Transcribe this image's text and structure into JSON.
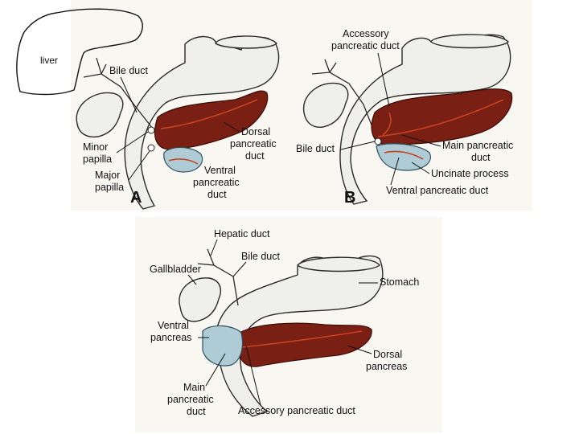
{
  "liver_label": "liver",
  "panel_a": {
    "letter": "A",
    "bile_duct": "Bile duct",
    "minor_papilla": [
      "Minor",
      "papilla"
    ],
    "major_papilla": [
      "Major",
      "papilla"
    ],
    "dorsal_duct": [
      "Dorsal",
      "pancreatic",
      "duct"
    ],
    "ventral_duct": [
      "Ventral",
      "pancreatic",
      "duct"
    ]
  },
  "panel_b": {
    "letter": "B",
    "accessory_duct": [
      "Accessory",
      "pancreatic duct"
    ],
    "bile_duct": "Bile duct",
    "main_duct": [
      "Main pancreatic",
      "duct"
    ],
    "uncinate": "Uncinate process",
    "ventral_duct": "Ventral pancreatic duct"
  },
  "panel_c": {
    "hepatic_duct": "Hepatic duct",
    "gallbladder": "Gallbladder",
    "bile_duct": "Bile duct",
    "stomach": "Stomach",
    "ventral_pancreas": [
      "Ventral",
      "pancreas"
    ],
    "dorsal_pancreas": [
      "Dorsal",
      "pancreas"
    ],
    "main_duct": [
      "Main",
      "pancreatic",
      "duct"
    ],
    "accessory_duct": "Accessory pancreatic duct"
  },
  "colors": {
    "dorsal_pancreas": "#7a1f14",
    "ventral_pancreas": "#aecbd6",
    "organ": "#efefec",
    "panel_bg": "#f8f7f1"
  }
}
